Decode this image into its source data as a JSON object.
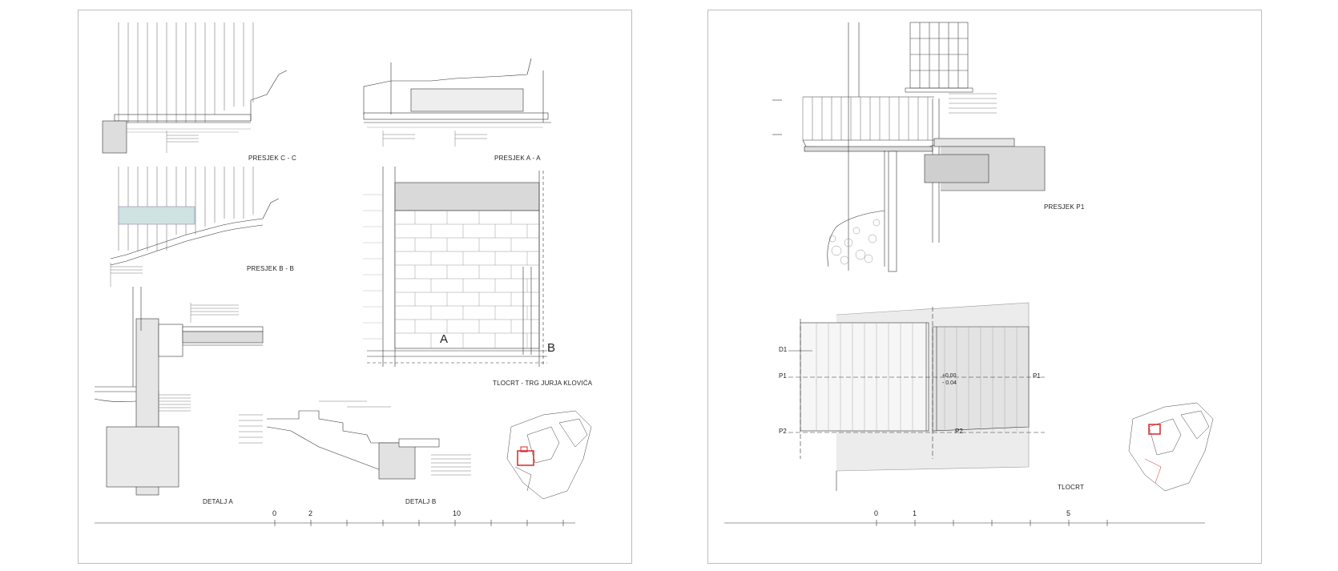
{
  "left_sheet": {
    "labels": {
      "presjek_cc": "PRESJEK  C - C",
      "presjek_aa": "PRESJEK  A - A",
      "presjek_bb": "PRESJEK  B - B",
      "tlocrt_trg": "TLOCRT - TRG JURJA KLOVIĆA",
      "detalj_a": "DETALJ A",
      "detalj_b": "DETALJ B",
      "marker_a": "A",
      "marker_b": "B"
    },
    "scale": [
      "0",
      "2",
      "10"
    ]
  },
  "right_sheet": {
    "labels": {
      "presjek_p1": "PRESJEK P1",
      "tlocrt": "TLOCRT",
      "p1_left": "P1",
      "p1_right": "P1",
      "p2_left": "P2",
      "p2_right": "P2",
      "d1": "D1",
      "level": "±0.00",
      "level2": "- 0.04"
    },
    "scale": [
      "0",
      "1",
      "5"
    ]
  },
  "colors": {
    "line": "#333333",
    "highlight": "#d62828",
    "glass": "#cfe3e3",
    "hatch": "#9a9a9a"
  }
}
